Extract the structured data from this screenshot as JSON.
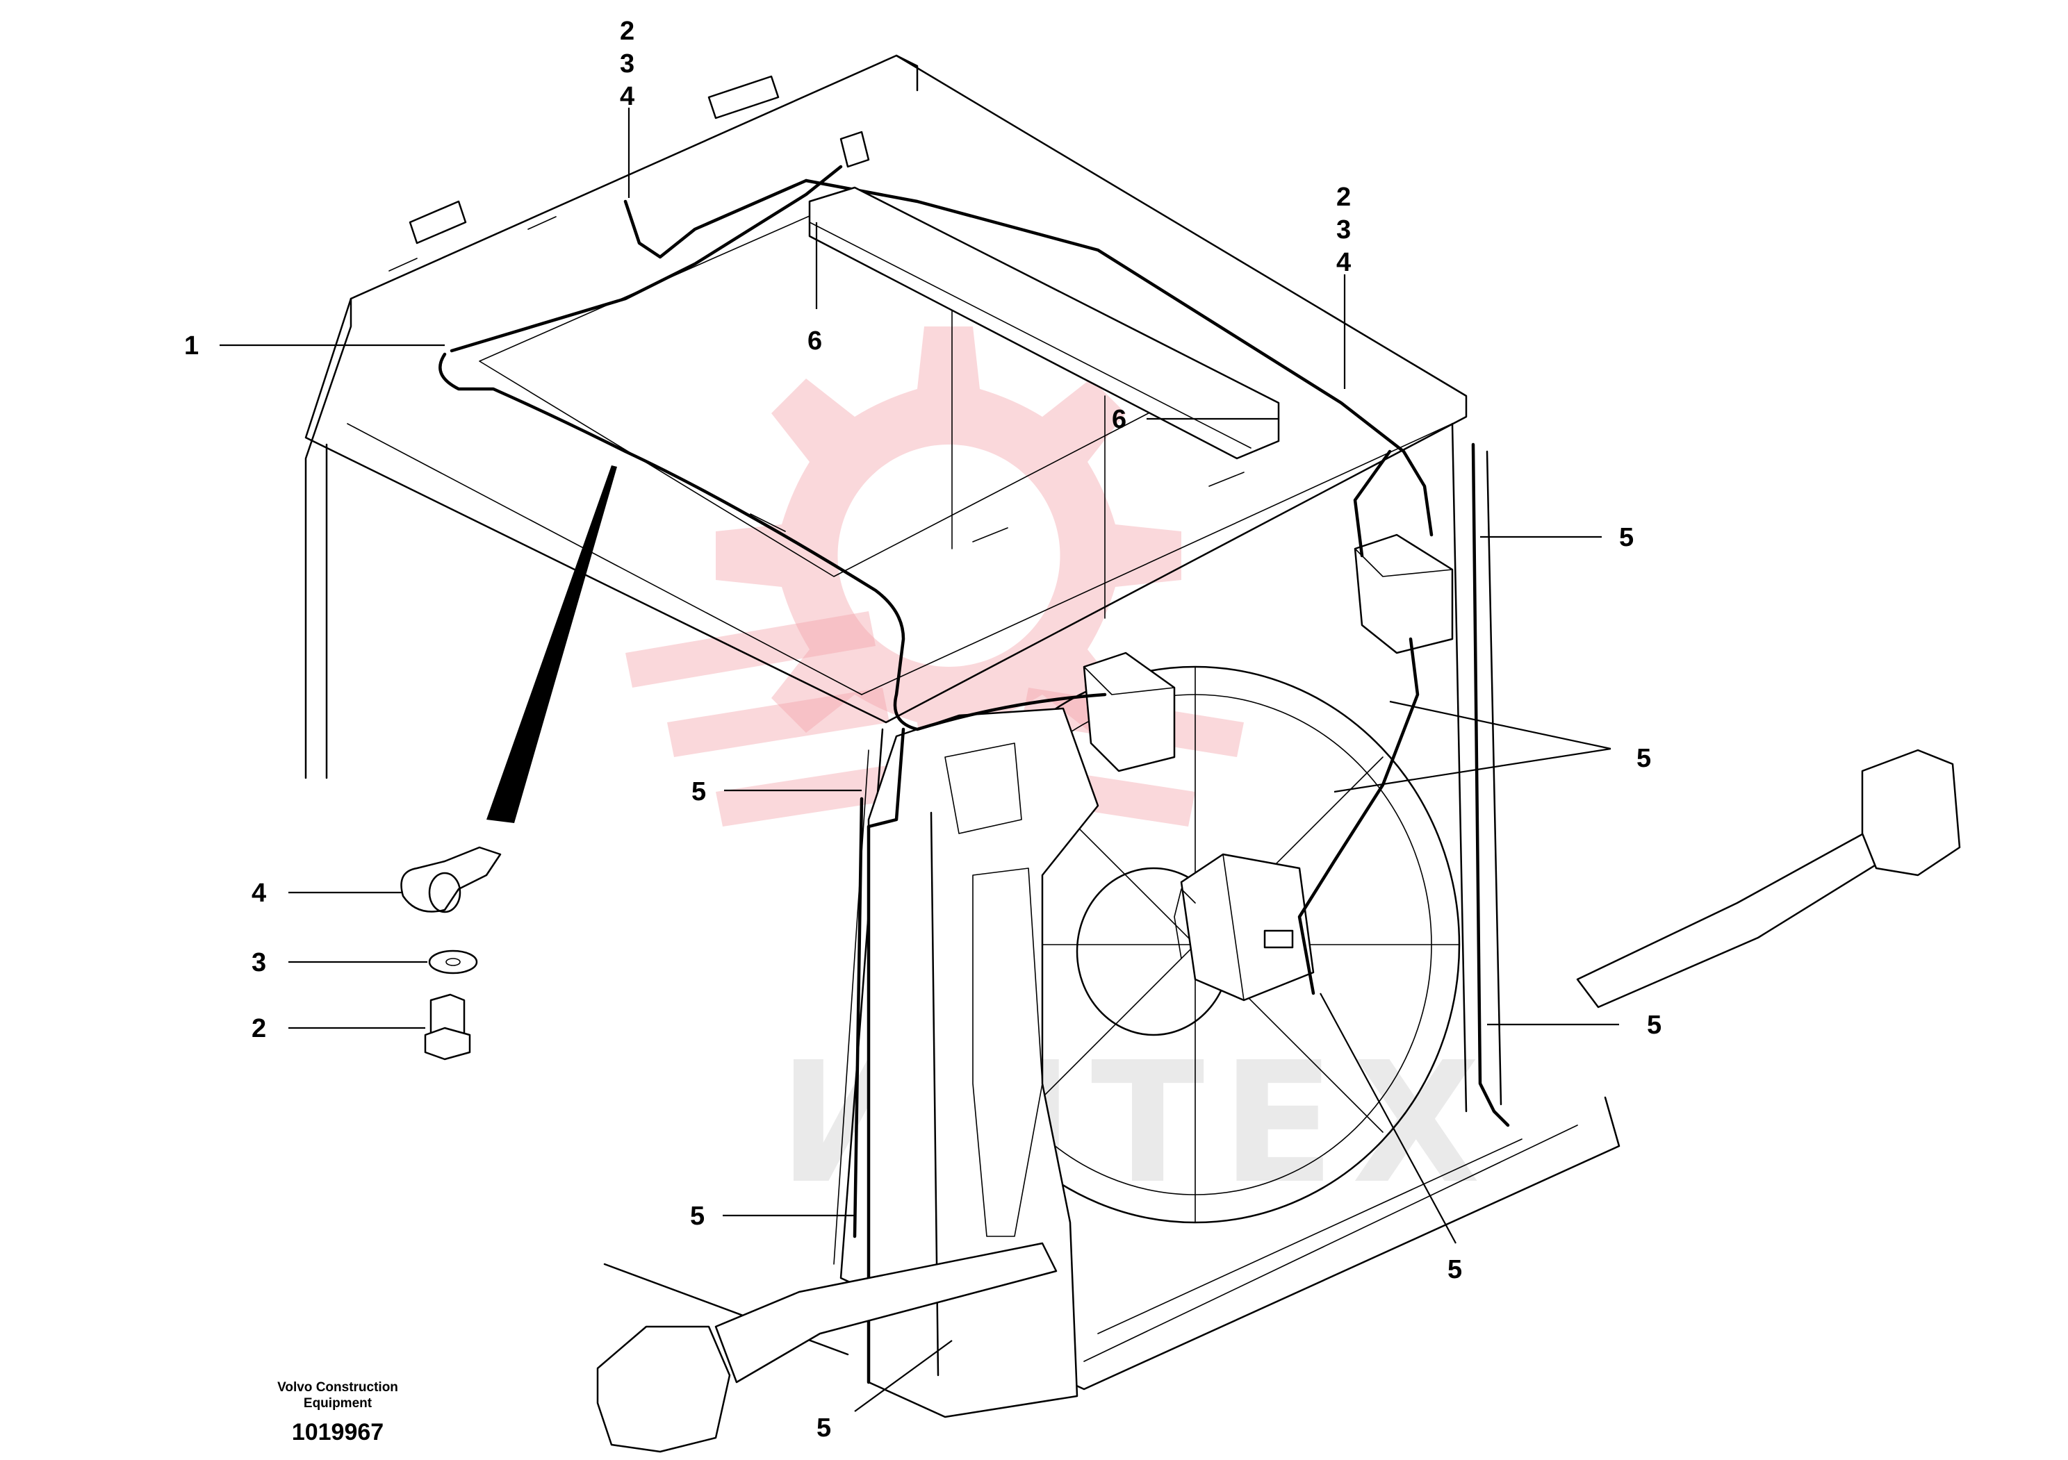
{
  "diagram": {
    "callouts": [
      {
        "id": "c1",
        "label": "1"
      },
      {
        "id": "c234a-2",
        "label": "2"
      },
      {
        "id": "c234a-3",
        "label": "3"
      },
      {
        "id": "c234a-4",
        "label": "4"
      },
      {
        "id": "c234b-2",
        "label": "2"
      },
      {
        "id": "c234b-3",
        "label": "3"
      },
      {
        "id": "c234b-4",
        "label": "4"
      },
      {
        "id": "c6a",
        "label": "6"
      },
      {
        "id": "c6b",
        "label": "6"
      },
      {
        "id": "c5a",
        "label": "5"
      },
      {
        "id": "c5b",
        "label": "5"
      },
      {
        "id": "c5c",
        "label": "5"
      },
      {
        "id": "c5d",
        "label": "5"
      },
      {
        "id": "c5e",
        "label": "5"
      },
      {
        "id": "c5f",
        "label": "5"
      },
      {
        "id": "c5g",
        "label": "5"
      },
      {
        "id": "c4",
        "label": "4"
      },
      {
        "id": "c3",
        "label": "3"
      },
      {
        "id": "c2",
        "label": "2"
      }
    ],
    "watermark": "ИНТЕХ",
    "caption_line1": "Volvo Construction",
    "caption_line2": "Equipment",
    "doc_number": "1019967"
  }
}
